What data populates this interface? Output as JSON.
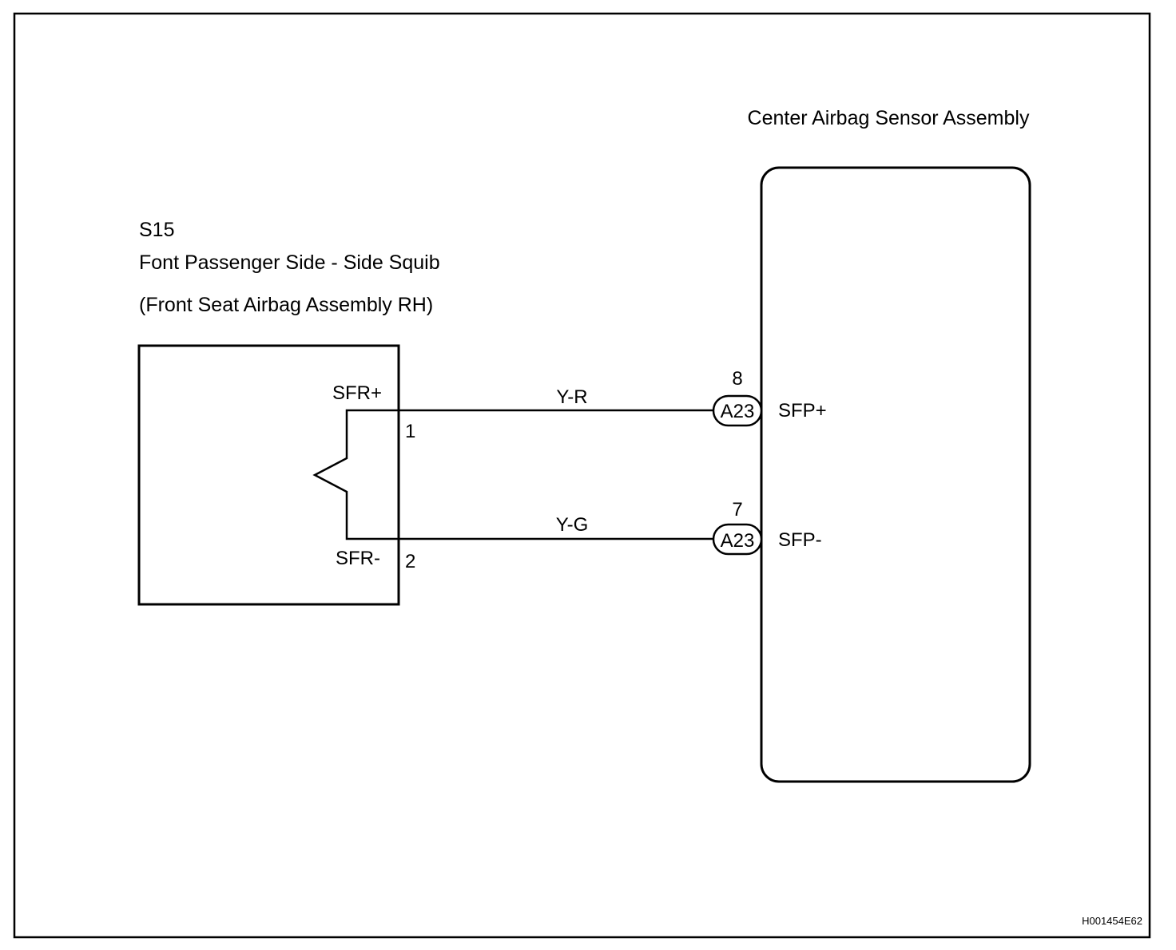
{
  "diagram_id": "H001454E62",
  "left_component": {
    "code": "S15",
    "name": "Font Passenger Side - Side Squib",
    "subname": "(Front Seat Airbag Assembly RH)",
    "terminals": [
      {
        "pin": "1",
        "signal": "SFR+"
      },
      {
        "pin": "2",
        "signal": "SFR-"
      }
    ]
  },
  "right_component": {
    "name": "Center Airbag Sensor Assembly",
    "terminals": [
      {
        "pin": "8",
        "connector": "A23",
        "signal": "SFP+"
      },
      {
        "pin": "7",
        "connector": "A23",
        "signal": "SFP-"
      }
    ]
  },
  "wires": [
    {
      "color_code": "Y-R"
    },
    {
      "color_code": "Y-G"
    }
  ]
}
